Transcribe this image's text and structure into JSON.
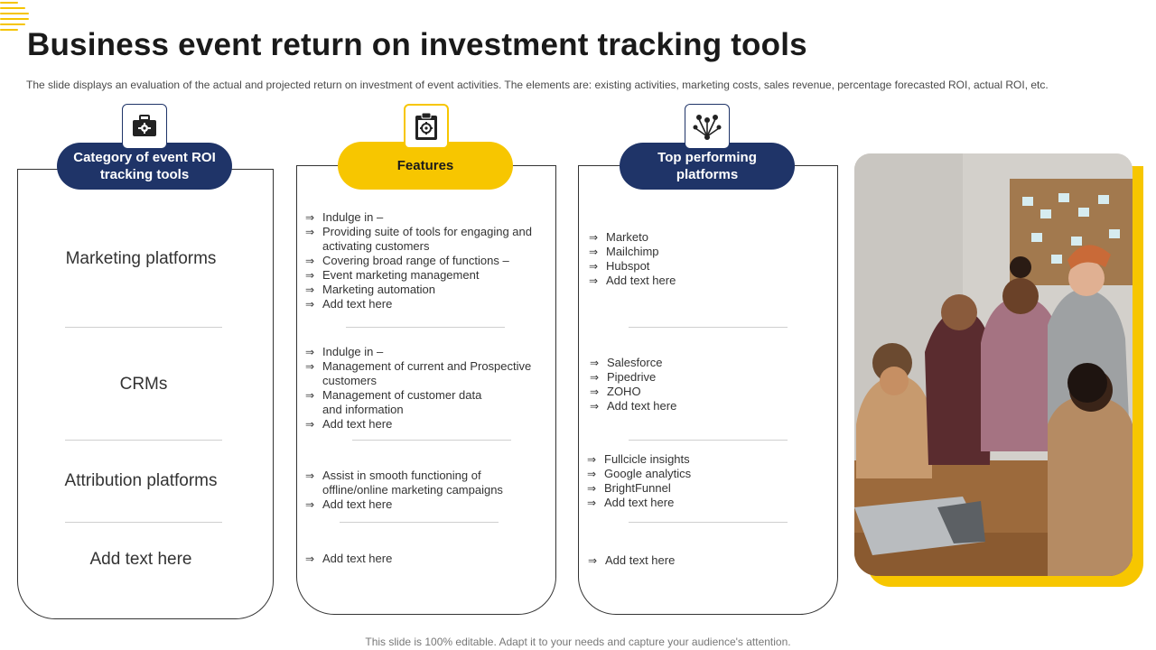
{
  "title": "Business event return on investment tracking tools",
  "subtitle": "The slide displays an evaluation of the actual and projected return on investment of event activities. The elements are: existing activities, marketing costs, sales revenue, percentage forecasted ROI, actual ROI,  etc.",
  "columns": {
    "category": {
      "header": "Category of event ROI tracking tools",
      "icon": "toolbox-icon",
      "rows": [
        "Marketing platforms",
        "CRMs",
        "Attribution platforms",
        "Add text here"
      ]
    },
    "features": {
      "header": "Features",
      "icon": "clipboard-gear-icon",
      "groups": [
        [
          "Indulge  in –",
          "Providing  suite of tools for engaging and activating customers",
          "Covering  broad range  of functions –",
          "Event marketing management",
          "Marketing automation",
          "Add text here"
        ],
        [
          "Indulge  in –",
          "Management  of current and Prospective customers",
          "Management  of customer data and information",
          "Add text here"
        ],
        [
          "Assist in smooth functioning  of offline/online  marketing campaigns",
          "Add text here"
        ],
        [
          "Add text here"
        ]
      ]
    },
    "platforms": {
      "header": "Top performing platforms",
      "icon": "network-nodes-icon",
      "groups": [
        [
          "Marketo",
          "Mailchimp",
          "Hubspot",
          "Add text here"
        ],
        [
          "Salesforce",
          "Pipedrive",
          "ZOHO",
          "Add text here"
        ],
        [
          "Fullcicle insights",
          "Google analytics",
          "BrightFunnel",
          "Add text here"
        ],
        [
          "Add text here"
        ]
      ]
    }
  },
  "photo": {
    "label": "people-at-laptop-photo"
  },
  "footer": "This slide is 100% editable. Adapt it to your needs and capture your audience's attention.",
  "colors": {
    "navy": "#1f3468",
    "yellow": "#f7c600"
  }
}
